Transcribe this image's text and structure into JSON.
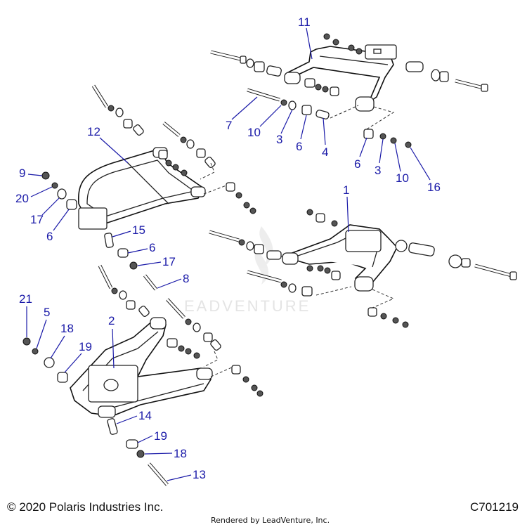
{
  "watermark": "EADVENTURE",
  "callouts": {
    "c11": "11",
    "c7": "7",
    "c10a": "10",
    "c3a": "3",
    "c6a": "6",
    "c4": "4",
    "c6b": "6",
    "c3b": "3",
    "c10b": "10",
    "c16": "16",
    "c12": "12",
    "c9": "9",
    "c20": "20",
    "c17a": "17",
    "c6c": "6",
    "c15": "15",
    "c6d": "6",
    "c17b": "17",
    "c8": "8",
    "c1": "1",
    "c21": "21",
    "c5": "5",
    "c18a": "18",
    "c19a": "19",
    "c2": "2",
    "c14": "14",
    "c19b": "19",
    "c18b": "18",
    "c13": "13"
  },
  "footer": {
    "copyright": "© 2020 Polaris Industries Inc.",
    "code": "C701219",
    "rendered_by": "Rendered by LeadVenture, Inc."
  }
}
